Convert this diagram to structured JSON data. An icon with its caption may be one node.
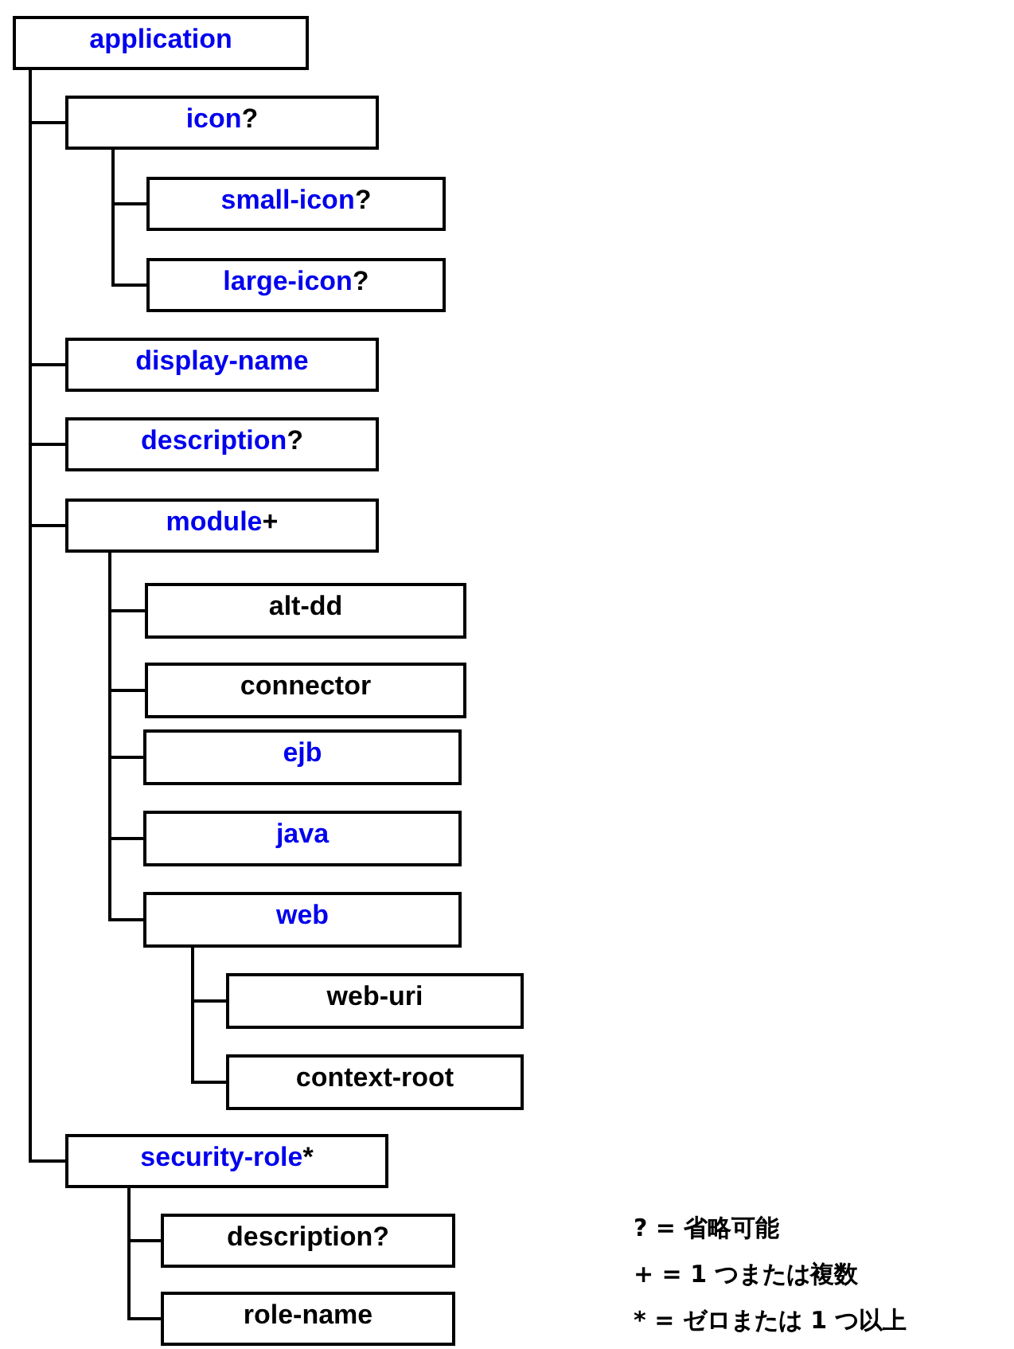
{
  "diagram": {
    "nodes": [
      {
        "text": [
          "application"
        ]
      },
      {
        "text": [
          "icon?"
        ]
      },
      {
        "text": [
          "small-icon?"
        ]
      },
      {
        "text": [
          "large-icon?"
        ]
      },
      {
        "text": [
          "display-name"
        ]
      },
      {
        "text": [
          "description?"
        ]
      },
      {
        "text": [
          "module+"
        ]
      },
      {
        "text": [
          "alt-dd"
        ]
      },
      {
        "text": [
          "connector"
        ]
      },
      {
        "text": [
          "ejb"
        ]
      },
      {
        "text": [
          "java"
        ]
      },
      {
        "text": [
          "web"
        ]
      },
      {
        "text": [
          "web-uri"
        ]
      },
      {
        "text": [
          "context-root"
        ]
      },
      {
        "text": [
          "security-role*"
        ]
      },
      {
        "text": [
          "description?"
        ]
      },
      {
        "text": [
          "role-name"
        ]
      }
    ],
    "edges": [
      {
        "from": 0,
        "to": 1,
        "arrow": "none"
      },
      {
        "from": 1,
        "to": 2,
        "arrow": "none"
      },
      {
        "from": 1,
        "to": 3,
        "arrow": "none"
      },
      {
        "from": 0,
        "to": 4,
        "arrow": "none"
      },
      {
        "from": 0,
        "to": 5,
        "arrow": "none"
      },
      {
        "from": 0,
        "to": 6,
        "arrow": "none"
      },
      {
        "from": 6,
        "to": 7,
        "arrow": "none"
      },
      {
        "from": 6,
        "to": 8,
        "arrow": "none"
      },
      {
        "from": 6,
        "to": 9,
        "arrow": "none"
      },
      {
        "from": 6,
        "to": 10,
        "arrow": "none"
      },
      {
        "from": 6,
        "to": 11,
        "arrow": "none"
      },
      {
        "from": 11,
        "to": 12,
        "arrow": "none"
      },
      {
        "from": 11,
        "to": 13,
        "arrow": "none"
      },
      {
        "from": 0,
        "to": 14,
        "arrow": "none"
      },
      {
        "from": 14,
        "to": 15,
        "arrow": "none"
      },
      {
        "from": 14,
        "to": 16,
        "arrow": "none"
      }
    ],
    "labels": [
      "? = 省略可能",
      "+ = 1 つまたは複数",
      "* = ゼロまたは 1 つ以上"
    ]
  }
}
